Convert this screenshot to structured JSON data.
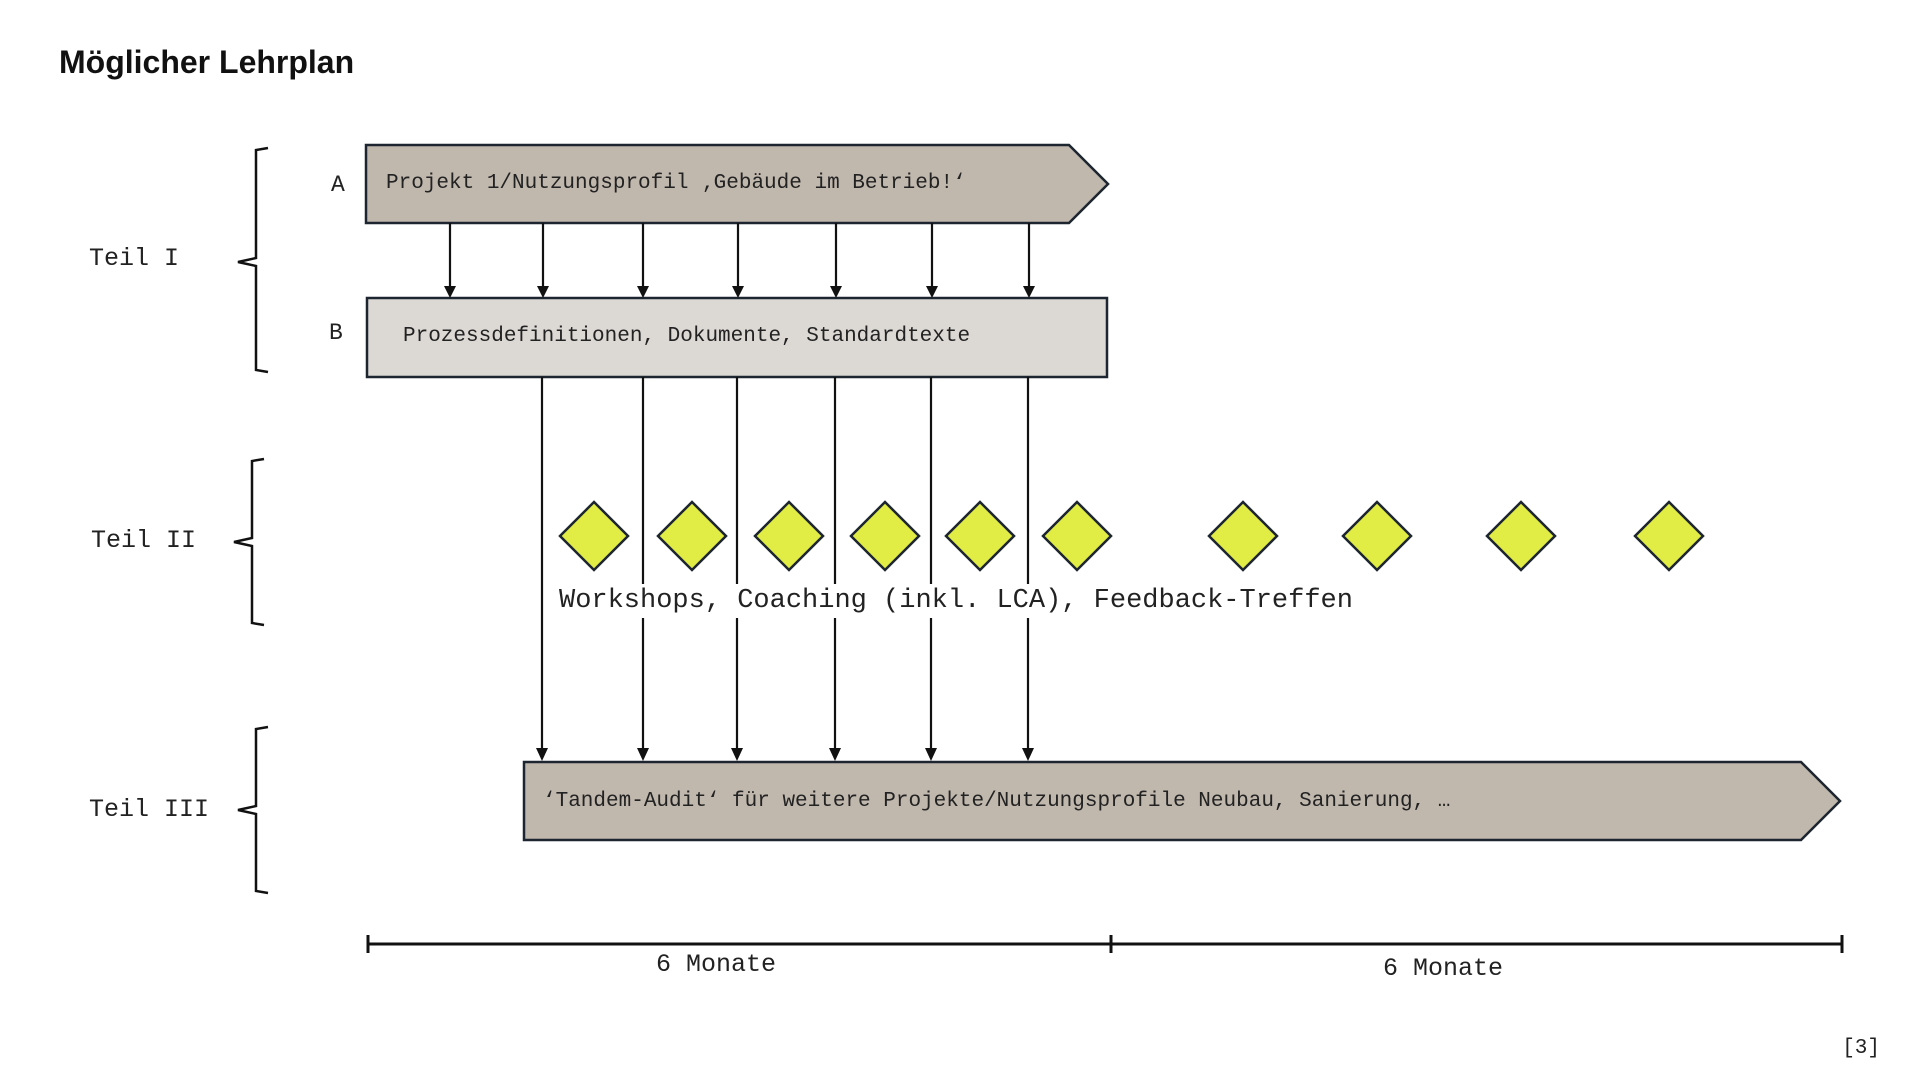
{
  "page": {
    "title": "Möglicher Lehrplan",
    "number": "[3]"
  },
  "parts": [
    {
      "label": "Teil I"
    },
    {
      "label": "Teil II"
    },
    {
      "label": "Teil III"
    }
  ],
  "rows": {
    "a_label": "A",
    "b_label": "B"
  },
  "boxes": {
    "a_text": "Projekt 1/Nutzungsprofil ‚Gebäude im Betrieb!‘",
    "b_text": "Prozessdefinitionen, Dokumente, Standardtexte",
    "c_text": "‘Tandem-Audit‘ für weitere Projekte/Nutzungsprofile Neubau, Sanierung, …"
  },
  "activities": {
    "text": "Workshops, Coaching (inkl. LCA), Feedback-Treffen",
    "milestone_count": 10
  },
  "timeline": {
    "first_label": "6 Monate",
    "second_label": "6 Monate"
  },
  "colors": {
    "arrow_box": "#c0b7ad",
    "light_box": "#dcd8d4",
    "milestone": "#e1ec45",
    "stroke": "#1d2530"
  }
}
